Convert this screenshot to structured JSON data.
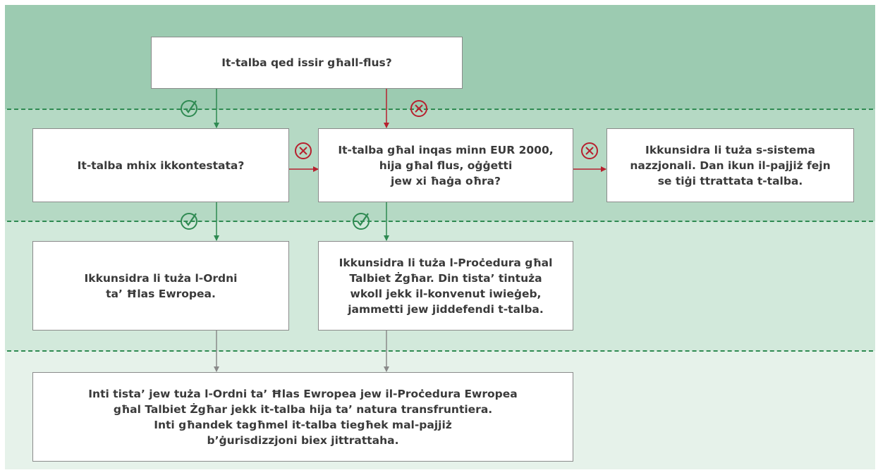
{
  "colors": {
    "band_dark": "#9ccbb1",
    "band_mid": "#b5d9c4",
    "band_light": "#d2e9db",
    "band_lightest": "#e6f2ea",
    "yes_green": "#2f8a52",
    "no_red": "#b7202e",
    "neutral_grey": "#8a8a8a"
  },
  "nodes": {
    "q1": "It-talba qed issir għall-flus?",
    "q2": "It-talba mhix ikkontestata?",
    "q3": "It-talba għal inqas minn EUR 2000,\nhija għal flus, oġġetti\njew xi ħaġa oħra?",
    "r_national": "Ikkunsidra li tuża s-sistema\nnazzjonali. Dan ikun il-pajjiż fejn\nse tiġi ttrattata t-talba.",
    "r_order": "Ikkunsidra li tuża l-Ordni\nta’ Ħlas Ewropea.",
    "r_small": "Ikkunsidra li tuża l-Proċedura għal\nTalbiet Żgħar. Din tista’ tintuża\nwkoll jekk il-konvenut iwieġeb,\njammetti jew jiddefendi t-talba.",
    "r_final": "Inti tista’ jew tuża l-Ordni ta’ Ħlas Ewropea jew il-Proċedura Ewropea\ngħal Talbiet Żgħar jekk it-talba hija ta’ natura transfruntiera.\nInti għandek tagħmel it-talba tiegħek mal-pajjiż\nb’ġurisdizzjoni biex jittrattaha."
  },
  "markers": {
    "yes": "check-circle-icon",
    "no": "x-circle-icon"
  }
}
